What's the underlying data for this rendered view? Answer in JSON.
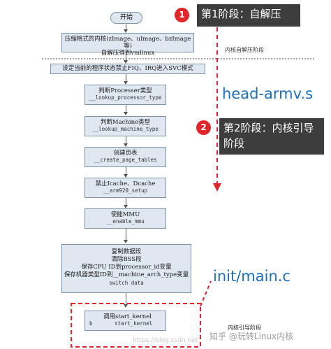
{
  "flow": {
    "start": "开始",
    "step1": {
      "line1": "压缩格式的内核(zImage、uImage、bzImage等)",
      "line2": "自解压得到vmlinux"
    },
    "sep_label": "内核自解压阶段",
    "step2": "设定当前的程序状态禁止FIQ、IRQ进入SVC模式",
    "step3": {
      "title": "判断Processer类型",
      "func": "__lookup_processor_type"
    },
    "step4": {
      "title": "判断Machine类型",
      "func": "__lookup_machine_type"
    },
    "step5": {
      "title": "创建页表",
      "func": "__create_page_tables"
    },
    "step6": {
      "title": "禁止Icache、Dcache",
      "func": "__arm920_setup"
    },
    "step7": {
      "title": "使能MMU",
      "func": "__enable_mmu"
    },
    "step8": {
      "line1": "复制数据段",
      "line2": "清除BSS段",
      "line3": "保存CPU ID到processor_id变量",
      "line4": "保存机器类型ID到__machine_arch_type变量",
      "func": "switch data"
    },
    "step9": {
      "title": "调用start_kernel",
      "func_b": "b",
      "func": "start_kernel"
    },
    "kernel_label": "内核引导阶段"
  },
  "annotations": {
    "badge1": "1",
    "stage1": "第1阶段：自解压",
    "head_file": "head-armv.s",
    "badge2": "2",
    "stage2_line1": "第2阶段：内核引导",
    "stage2_line2": "阶段",
    "init_file": "init/main.c",
    "watermark": "知乎 @玩转Linux内核",
    "watermark_url": "https://blog.csdn.net"
  },
  "colors": {
    "box_fill": "#dfe7f1",
    "box_border": "#7f93ad",
    "accent_red": "#e0262a",
    "label_blue": "#1f6fb5",
    "callout_bg": "#3d3d3d"
  }
}
